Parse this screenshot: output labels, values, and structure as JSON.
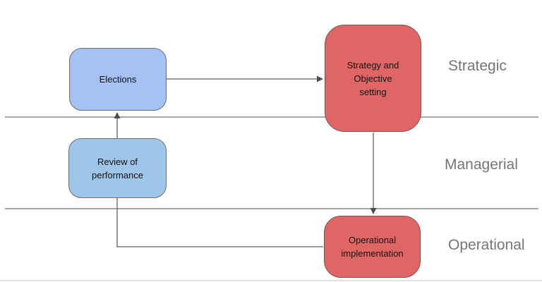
{
  "diagram": {
    "nodes": {
      "elections": {
        "label": "Elections",
        "fill": "#a4c2f4"
      },
      "strategy": {
        "lines": [
          "Strategy and",
          "Objective",
          "setting"
        ],
        "fill": "#e06666"
      },
      "review": {
        "lines": [
          "Review of",
          "performance"
        ],
        "fill": "#9fc5e8"
      },
      "operational": {
        "lines": [
          "Operational",
          "implementation"
        ],
        "fill": "#e06666"
      }
    },
    "zones": [
      {
        "label": "Strategic"
      },
      {
        "label": "Managerial"
      },
      {
        "label": "Operational"
      }
    ],
    "connectors": [
      {
        "from": "Elections",
        "to": "Strategy and Objective setting",
        "arrowhead": true
      },
      {
        "from": "Strategy and Objective setting",
        "to": "Operational implementation",
        "arrowhead": true
      },
      {
        "from": "Review of performance",
        "to": "Elections",
        "arrowhead": true
      },
      {
        "from": "Operational implementation",
        "to": "Review of performance",
        "arrowhead": false
      }
    ],
    "colors": {
      "red_node": "#e06666",
      "blue_node_elections": "#a4c2f4",
      "blue_node_review": "#9fc5e8",
      "zone_label_text": "#757575",
      "zone_divider_line": "#8a8a8a",
      "connector_line": "#616161",
      "bottom_border_line": "#e2e2e2"
    }
  }
}
